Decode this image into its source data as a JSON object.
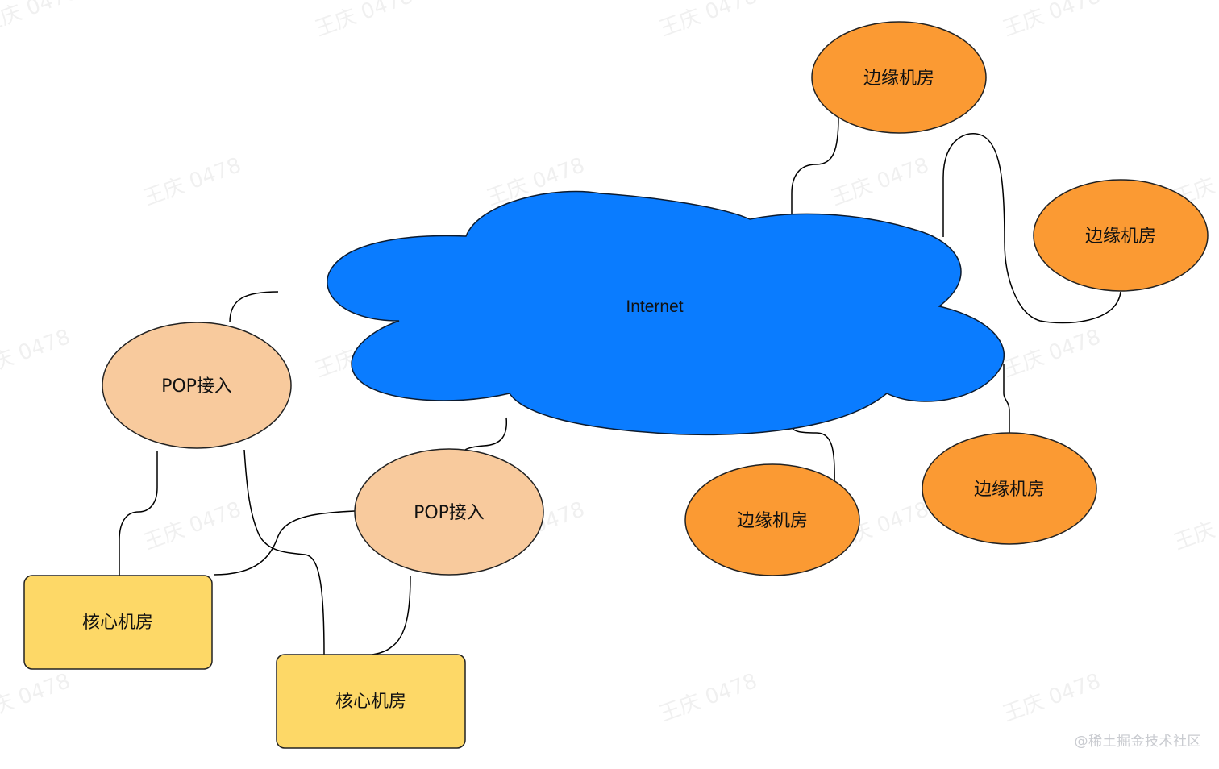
{
  "watermark": {
    "text": "王庆 0478"
  },
  "cloud": {
    "label": "Internet",
    "color": "#0a7cff"
  },
  "nodes": {
    "pop_1": {
      "label": "POP接入",
      "color": "#f8ca9d"
    },
    "pop_2": {
      "label": "POP接入",
      "color": "#f8ca9d"
    },
    "core_1": {
      "label": "核心机房",
      "color": "#fdd867"
    },
    "core_2": {
      "label": "核心机房",
      "color": "#fdd867"
    },
    "edge_1": {
      "label": "边缘机房",
      "color": "#fb9a33"
    },
    "edge_2": {
      "label": "边缘机房",
      "color": "#fb9a33"
    },
    "edge_3": {
      "label": "边缘机房",
      "color": "#fb9a33"
    },
    "edge_4": {
      "label": "边缘机房",
      "color": "#fb9a33"
    }
  },
  "credit": "@稀土掘金技术社区"
}
